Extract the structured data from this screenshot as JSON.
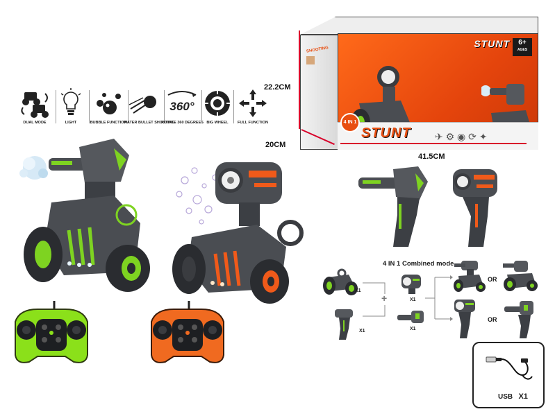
{
  "features": [
    {
      "icon": "dual-mode-icon",
      "label": "DUAL MODE"
    },
    {
      "icon": "light-icon",
      "label": "LIGHT"
    },
    {
      "icon": "bubble-icon",
      "label": "BUBBLE FUNCTION"
    },
    {
      "icon": "water-bullet-icon",
      "label": "WATER BULLET SHOOTING"
    },
    {
      "icon": "rotate-360-icon",
      "label": "ROTATE 360 DEGREES",
      "big": "360°"
    },
    {
      "icon": "big-wheel-icon",
      "label": "BIG WHEEL"
    },
    {
      "icon": "full-function-icon",
      "label": "FULL FUNCTION"
    }
  ],
  "box": {
    "height_label": "22.2CM",
    "depth_label": "20CM",
    "width_label": "41.5CM",
    "brand": "STUNT",
    "sub_brand": "SHOOTING",
    "age": "6+",
    "age_sub": "AGES",
    "badge": "4 IN 1"
  },
  "combined": {
    "title": "4 IN 1 Combined mode",
    "qty": [
      "X1",
      "X1",
      "X1",
      "X1"
    ],
    "or_1": "OR",
    "or_2": "OR",
    "plus": "+"
  },
  "usb": {
    "label": "USB",
    "qty": "X1"
  },
  "colors": {
    "green": "#7ed321",
    "orange": "#f05a1a",
    "box_orange": "#e84e10",
    "dim_red": "#d8002a",
    "body_gray": "#4a4d52"
  }
}
